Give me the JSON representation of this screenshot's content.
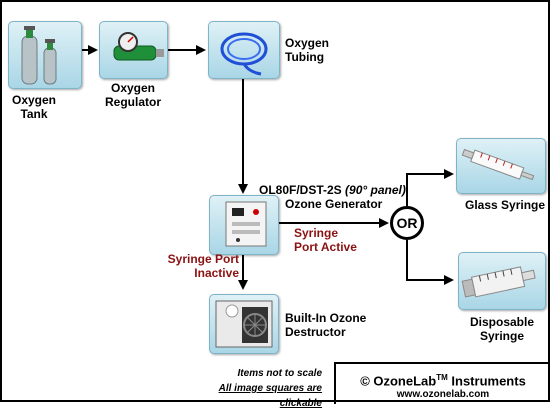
{
  "nodes": {
    "tank": {
      "label": "Oxygen\nTank"
    },
    "regulator": {
      "label": "Oxygen\nRegulator"
    },
    "tubing": {
      "label": "Oxygen\nTubing"
    },
    "generator": {
      "model": "OL80F/DST-2S",
      "panel": "(90° panel)",
      "label": "Ozone Generator"
    },
    "destructor": {
      "label": "Built-In Ozone\nDestructor"
    },
    "glass_syringe": {
      "label": "Glass Syringe"
    },
    "disposable_syringe": {
      "label": "Disposable\nSyringe"
    }
  },
  "annotations": {
    "port_inactive": "Syringe Port\nInactive",
    "port_active": "Syringe\nPort Active"
  },
  "or_label": "OR",
  "footnote": {
    "scale": "Items not to scale",
    "clickable": "All image squares are clickable"
  },
  "brand": {
    "prefix": "© OzoneLab",
    "tm": "TM",
    "suffix": " Instruments",
    "url": "www.ozonelab.com"
  },
  "colors": {
    "tile": "#b9e0ec",
    "red_label": "#8b1212",
    "tubing_blue": "#1f4fd6",
    "regulator_green": "#1f8f3a",
    "tank_green": "#2c8a3c"
  }
}
